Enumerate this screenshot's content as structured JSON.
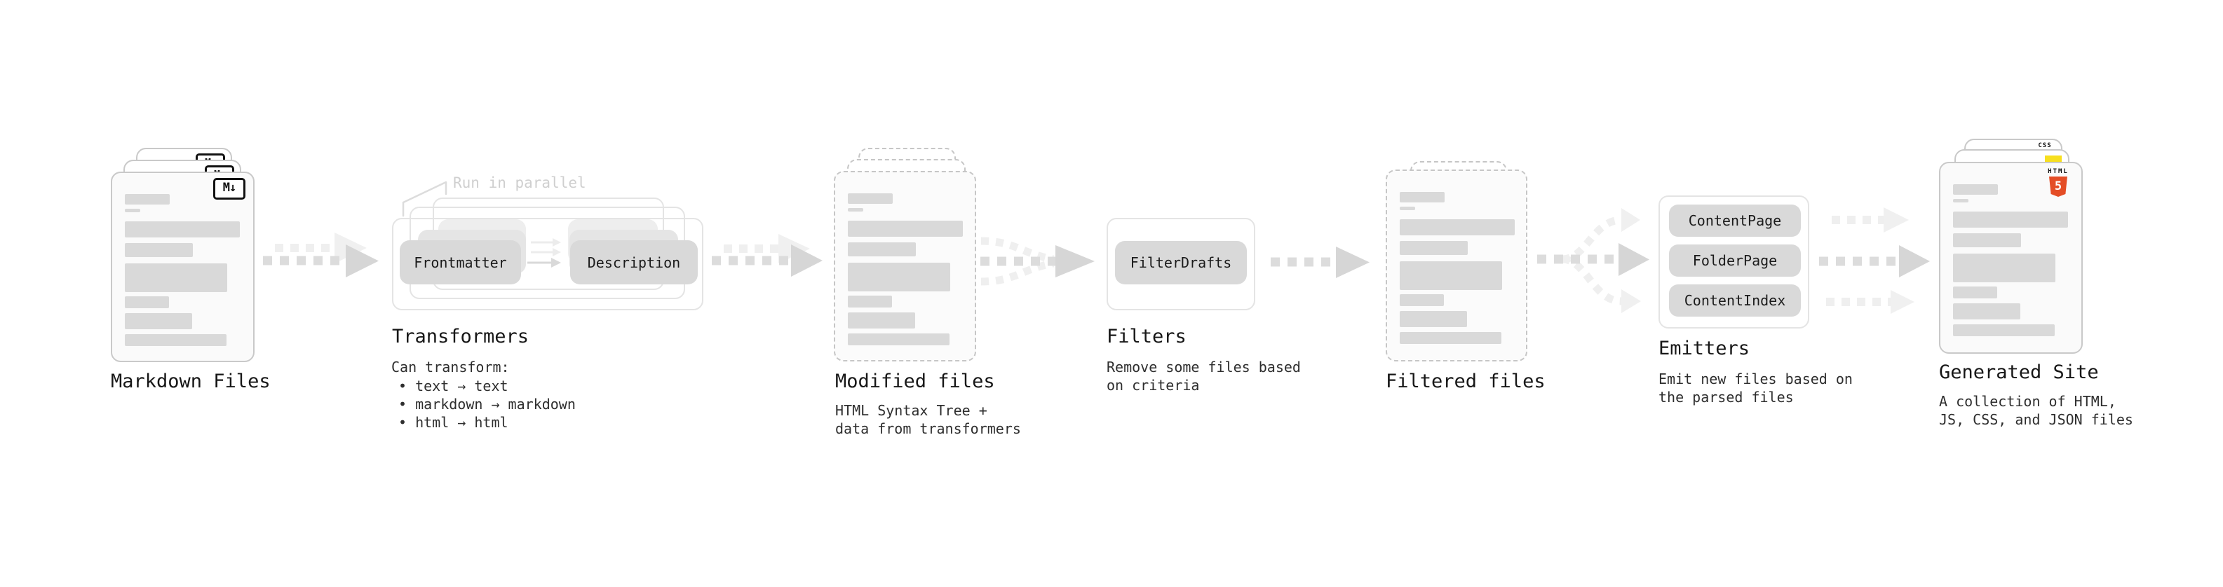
{
  "stages": {
    "markdown_files": {
      "title": "Markdown Files",
      "icon_label": "M↓"
    },
    "transformers": {
      "title": "Transformers",
      "annotation": "Run in parallel",
      "pill_left": "Frontmatter",
      "pill_right": "Description",
      "desc_heading": "Can transform:",
      "bullets": [
        "• text → text",
        "• markdown → markdown",
        "• html → html"
      ]
    },
    "modified_files": {
      "title": "Modified files",
      "desc_lines": [
        "HTML Syntax Tree +",
        "data from transformers"
      ]
    },
    "filters": {
      "title": "Filters",
      "pill": "FilterDrafts",
      "desc_lines": [
        "Remove some files based",
        "on criteria"
      ]
    },
    "filtered_files": {
      "title": "Filtered files"
    },
    "emitters": {
      "title": "Emitters",
      "pills": [
        "ContentPage",
        "FolderPage",
        "ContentIndex"
      ],
      "desc_lines": [
        "Emit new files based on",
        "the parsed files"
      ]
    },
    "generated_site": {
      "title": "Generated Site",
      "desc_lines": [
        "A collection of HTML,",
        "JS, CSS, and JSON files"
      ],
      "file_type_icons": {
        "css_label": "CSS",
        "html_label": "HTML",
        "html_number": "5"
      }
    }
  },
  "colors": {
    "background": "#ffffff",
    "card_border": "#c9c9c9",
    "dashed_border": "#c6c6c6",
    "skeleton_bar": "#d9d9d9",
    "pill_fill": "#d9d9d9",
    "box_border": "#e4e4e4",
    "arrow_main": "#dcdcdc",
    "arrow_faint": "#efefef",
    "heading_text": "#171717",
    "body_text": "#2e2e2e",
    "annotation_text": "#cfcfcf",
    "markdown_icon": "#111111",
    "html5_orange": "#e44d26",
    "js_yellow": "#f7df1e",
    "css_blue": "#2962ff"
  }
}
